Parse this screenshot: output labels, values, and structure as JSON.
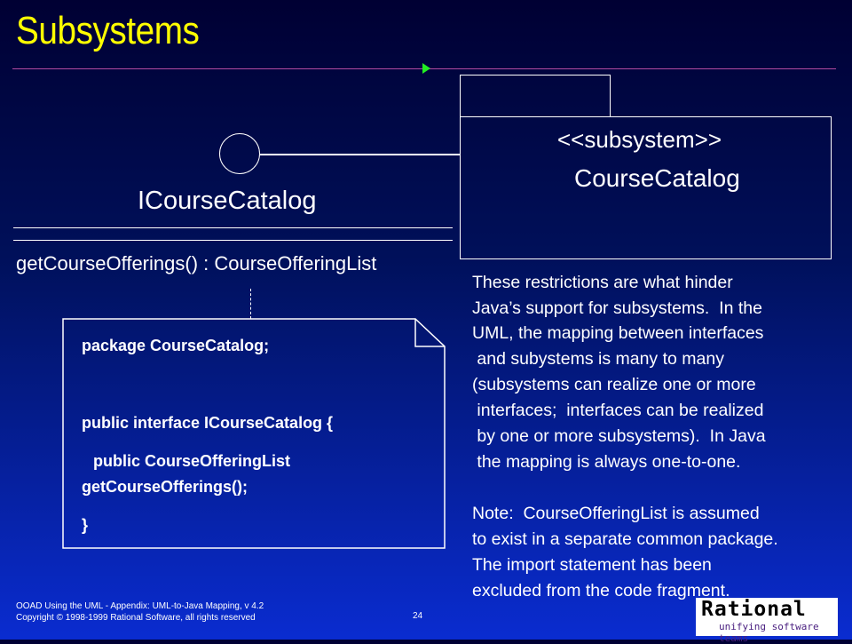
{
  "slide": {
    "title": "Subsystems"
  },
  "interface": {
    "name": "ICourseCatalog",
    "operation": "getCourseOfferings() : CourseOfferingList"
  },
  "subsystem": {
    "stereotype": "<<subsystem>>",
    "name": "CourseCatalog"
  },
  "code_note": {
    "lines": [
      "package CourseCatalog;",
      "public interface ICourseCatalog {",
      "public CourseOfferingList",
      "getCourseOfferings();",
      "}"
    ]
  },
  "explanation": {
    "lines": [
      "These restrictions are what hinder",
      "Java’s support for subsystems.  In the",
      "UML, the mapping between interfaces",
      " and subystems is many to many",
      "(subsystems can realize one or more",
      " interfaces;  interfaces can be realized",
      " by one or more subsystems).  In Java",
      " the mapping is always one-to-one.",
      "",
      "Note:  CourseOfferingList is assumed",
      "to exist in a separate common package.",
      "The import statement has been",
      "excluded from the code fragment."
    ]
  },
  "footer": {
    "course": "OOAD Using the UML - Appendix: UML-to-Java Mapping, v 4.2",
    "copyright": "Copyright © 1998-1999 Rational Software, all rights reserved",
    "page_number": "24"
  },
  "logo": {
    "wordmark": "Rational",
    "tagline": "unifying software teams"
  },
  "colors": {
    "title": "#ffff00",
    "rule": "#b04aa0",
    "rule_arrow": "#22ee22",
    "text": "#ffffff",
    "background_top": "#000033",
    "background_bottom": "#0a2cd0"
  },
  "icons": {
    "rule_marker": "triangle-right-icon",
    "interface": "interface-lollipop-icon"
  }
}
